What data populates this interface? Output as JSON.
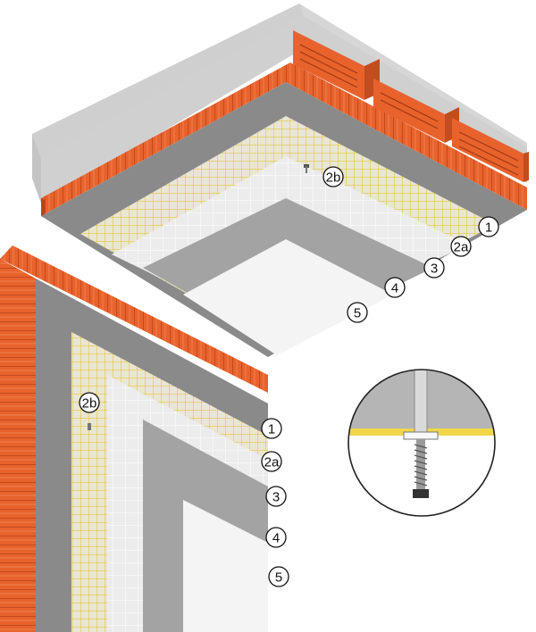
{
  "diagram": {
    "ceiling_labels": [
      "1",
      "2a",
      "3",
      "4",
      "5"
    ],
    "ceiling_anchor_label": "2b",
    "wall_labels": [
      "1",
      "2a",
      "3",
      "4",
      "5"
    ],
    "wall_anchor_label": "2b"
  },
  "colors": {
    "brick": "#e8622c",
    "brick_dark": "#b8431a",
    "concrete": "#d2d2d2",
    "layer_dark_gray": "#8a8a8a",
    "mesh": "#f2d64a",
    "layer_light": "#ececec",
    "layer_mid_gray": "#a3a3a3",
    "finish": "#f4f4f4"
  },
  "icons": {
    "anchor": "dowel-anchor-icon",
    "detail": "screw-anchor-detail-icon"
  }
}
